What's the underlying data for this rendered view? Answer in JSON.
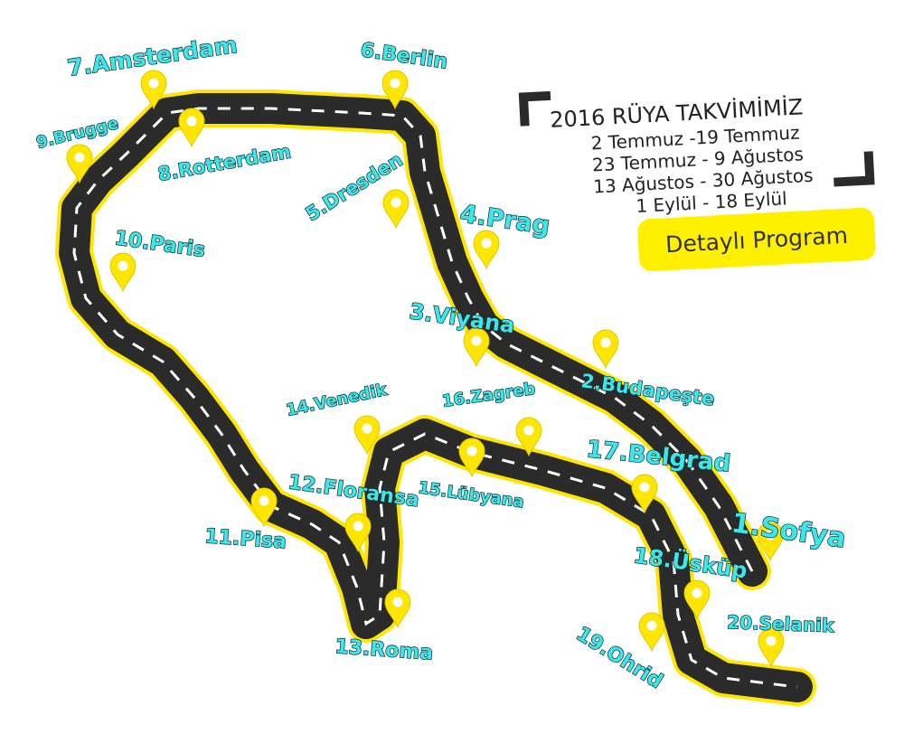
{
  "calendar": {
    "title": "2016 RÜYA TAKVİMİMİZ",
    "dates": [
      "2 Temmuz -19 Temmuz",
      "23 Temmuz - 9 Ağustos",
      "13 Ağustos - 30 Ağustos",
      "1 Eylül  - 18 Eylül"
    ]
  },
  "button": {
    "label": "Detaylı Program"
  },
  "colors": {
    "road": "#2b2b2b",
    "road_border": "#ffe600",
    "label": "#3ee6ea",
    "pin": "#ffe600"
  },
  "stops": [
    {
      "id": "sofya",
      "label": "1.Sofya"
    },
    {
      "id": "budapeste",
      "label": "2.Budapeşte"
    },
    {
      "id": "viyana",
      "label": "3.Viyana"
    },
    {
      "id": "prag",
      "label": "4.Prag"
    },
    {
      "id": "dresden",
      "label": "5.Dresden"
    },
    {
      "id": "berlin",
      "label": "6.Berlin"
    },
    {
      "id": "amsterdam",
      "label": "7.Amsterdam"
    },
    {
      "id": "rotterdam",
      "label": "8.Rotterdam"
    },
    {
      "id": "brugge",
      "label": "9.Brugge"
    },
    {
      "id": "paris",
      "label": "10.Paris"
    },
    {
      "id": "pisa",
      "label": "11.Pisa"
    },
    {
      "id": "floransa",
      "label": "12.Floransa"
    },
    {
      "id": "roma",
      "label": "13.Roma"
    },
    {
      "id": "venedik",
      "label": "14.Venedik"
    },
    {
      "id": "lubyana",
      "label": "15.Lübyana"
    },
    {
      "id": "zagreb",
      "label": "16.Zagreb"
    },
    {
      "id": "belgrad",
      "label": "17.Belgrad"
    },
    {
      "id": "uskup",
      "label": "18.Üsküp"
    },
    {
      "id": "ohrid",
      "label": "19.Ohrid"
    },
    {
      "id": "selanik",
      "label": "20.Selanik"
    }
  ]
}
